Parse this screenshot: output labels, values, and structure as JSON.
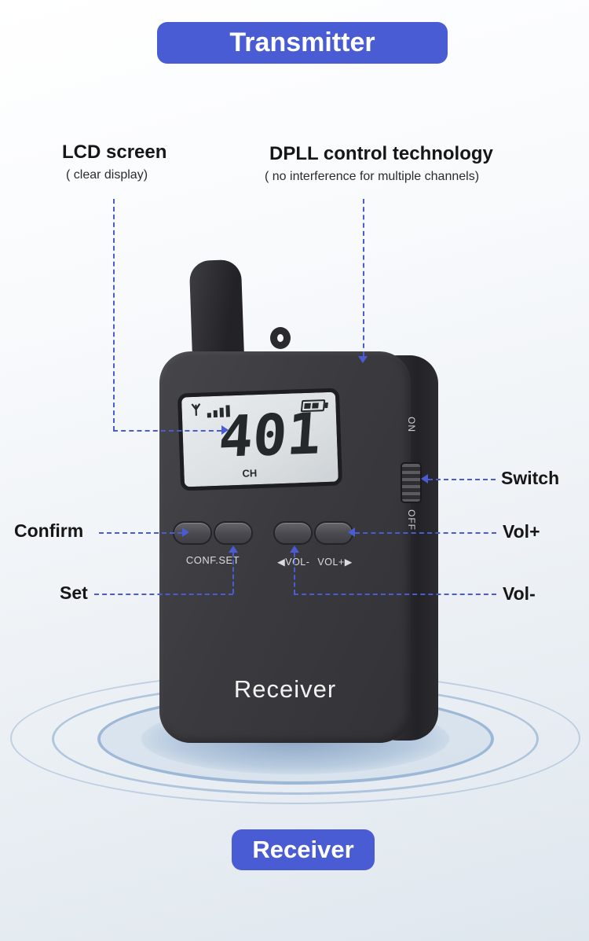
{
  "colors": {
    "accent": "#4a5cd4",
    "device_body": "#3b3b3f",
    "device_edge": "#232327",
    "lcd_bg": "#dde1e4",
    "lcd_ink": "#26292c",
    "label_ink": "#161616"
  },
  "banners": {
    "top": "Transmitter",
    "bottom": "Receiver"
  },
  "callouts": {
    "lcd_title": "LCD screen",
    "lcd_subtitle": "( clear display)",
    "dpll_title": "DPLL control technology",
    "dpll_subtitle": "( no interference for multiple channels)",
    "switch": "Switch",
    "confirm": "Confirm",
    "vol_plus": "Vol+",
    "set": "Set",
    "vol_minus": "Vol-"
  },
  "device": {
    "brand": "Receiver",
    "lcd": {
      "channel": "401",
      "channel_unit": "CH"
    },
    "labels": {
      "conf_set": "CONF.SET",
      "vol_minus": "◀VOL-",
      "vol_plus": "VOL+▶"
    },
    "switch": {
      "on": "ON",
      "off": "OFF"
    }
  }
}
